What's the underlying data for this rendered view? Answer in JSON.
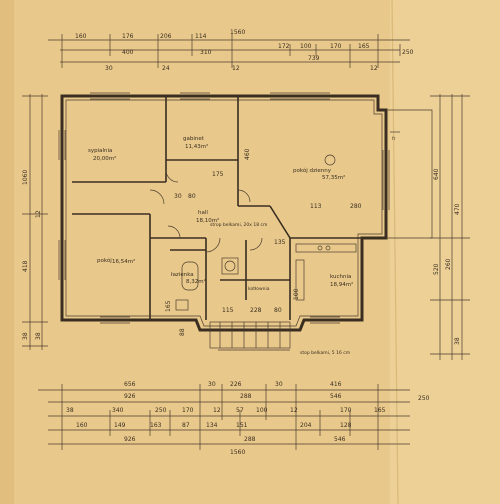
{
  "rooms": {
    "sypialnia": {
      "name": "sypialnia",
      "area": "20,00m²"
    },
    "gabinet": {
      "name": "gabinet",
      "area": "11,43m²"
    },
    "pokoj_dzienny": {
      "name": "pokój dzienny",
      "area": "57,35m²"
    },
    "pokoj": {
      "name": "pokój",
      "area": "16,54m²"
    },
    "hall": {
      "name": "hall",
      "area": "18,10m²"
    },
    "lazienka": {
      "name": "łazienka",
      "area": "8,32m²"
    },
    "kuchnia": {
      "name": "kuchnia",
      "area": "18,94m²"
    },
    "kotlownia": {
      "name": "kotłownia",
      "area": ""
    }
  },
  "notes": {
    "stairs_top": "strop belkami, 20x 18 cm",
    "stairs_bottom": "stop belkami, 5 16 cm"
  },
  "dims_top": {
    "row1": [
      "160",
      "176",
      "206",
      "114",
      "1560"
    ],
    "row2": [
      "400",
      "310",
      "172",
      "100",
      "170",
      "165",
      "250"
    ],
    "row3": [
      "30",
      "24",
      "12",
      "739",
      "12"
    ]
  },
  "dims_bottom": {
    "row1": [
      "656",
      "926",
      "30",
      "226",
      "288",
      "30",
      "416",
      "546"
    ],
    "row2": [
      "38",
      "340",
      "250",
      "170",
      "12",
      "57",
      "100",
      "12",
      "170",
      "165",
      "250"
    ],
    "row3": [
      "160",
      "149",
      "163",
      "87",
      "134",
      "151",
      "204",
      "128"
    ],
    "row4": [
      "926",
      "288",
      "546",
      "1560"
    ]
  },
  "dims_left": [
    "1060",
    "418",
    "12",
    "38",
    "38"
  ],
  "dims_right": [
    "640",
    "470",
    "260",
    "520",
    "38"
  ],
  "interior": [
    "460",
    "175",
    "280",
    "113",
    "135",
    "30",
    "80",
    "115",
    "228",
    "80",
    "165",
    "88",
    "100"
  ]
}
